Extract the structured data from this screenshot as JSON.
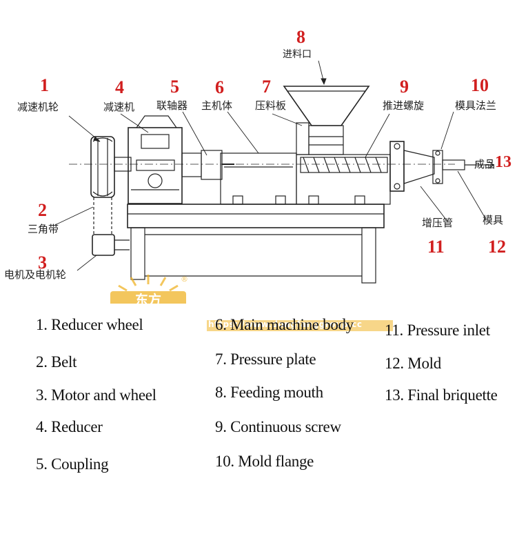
{
  "callouts": [
    {
      "num": "1",
      "cn": "减速机轮"
    },
    {
      "num": "2",
      "cn": "三角带"
    },
    {
      "num": "3",
      "cn": "电机及电机轮"
    },
    {
      "num": "4",
      "cn": "减速机"
    },
    {
      "num": "5",
      "cn": "联轴器"
    },
    {
      "num": "6",
      "cn": "主机体"
    },
    {
      "num": "7",
      "cn": "压料板"
    },
    {
      "num": "8",
      "cn": "进料口"
    },
    {
      "num": "9",
      "cn": "推进螺旋"
    },
    {
      "num": "10",
      "cn": "模具法兰"
    },
    {
      "num": "11",
      "cn": "增压管"
    },
    {
      "num": "12",
      "cn": "模具"
    },
    {
      "num": "13",
      "cn": "成品"
    }
  ],
  "legend": [
    "1. Reducer wheel",
    "2. Belt",
    "3. Motor and wheel",
    "4. Reducer",
    "5. Coupling",
    "6. Main machine body",
    "7. Pressure plate",
    "8. Feeding mouth",
    "9. Continuous screw",
    "10. Mold flange",
    "11. Pressure inlet",
    "12. Mold",
    "13. Final briquette"
  ],
  "watermark": {
    "brand": "东方",
    "registered": "®",
    "url": "https://www.dongfanggroup.cc"
  },
  "colors": {
    "callout": "#d11f1f",
    "watermark": "#f0b428"
  }
}
